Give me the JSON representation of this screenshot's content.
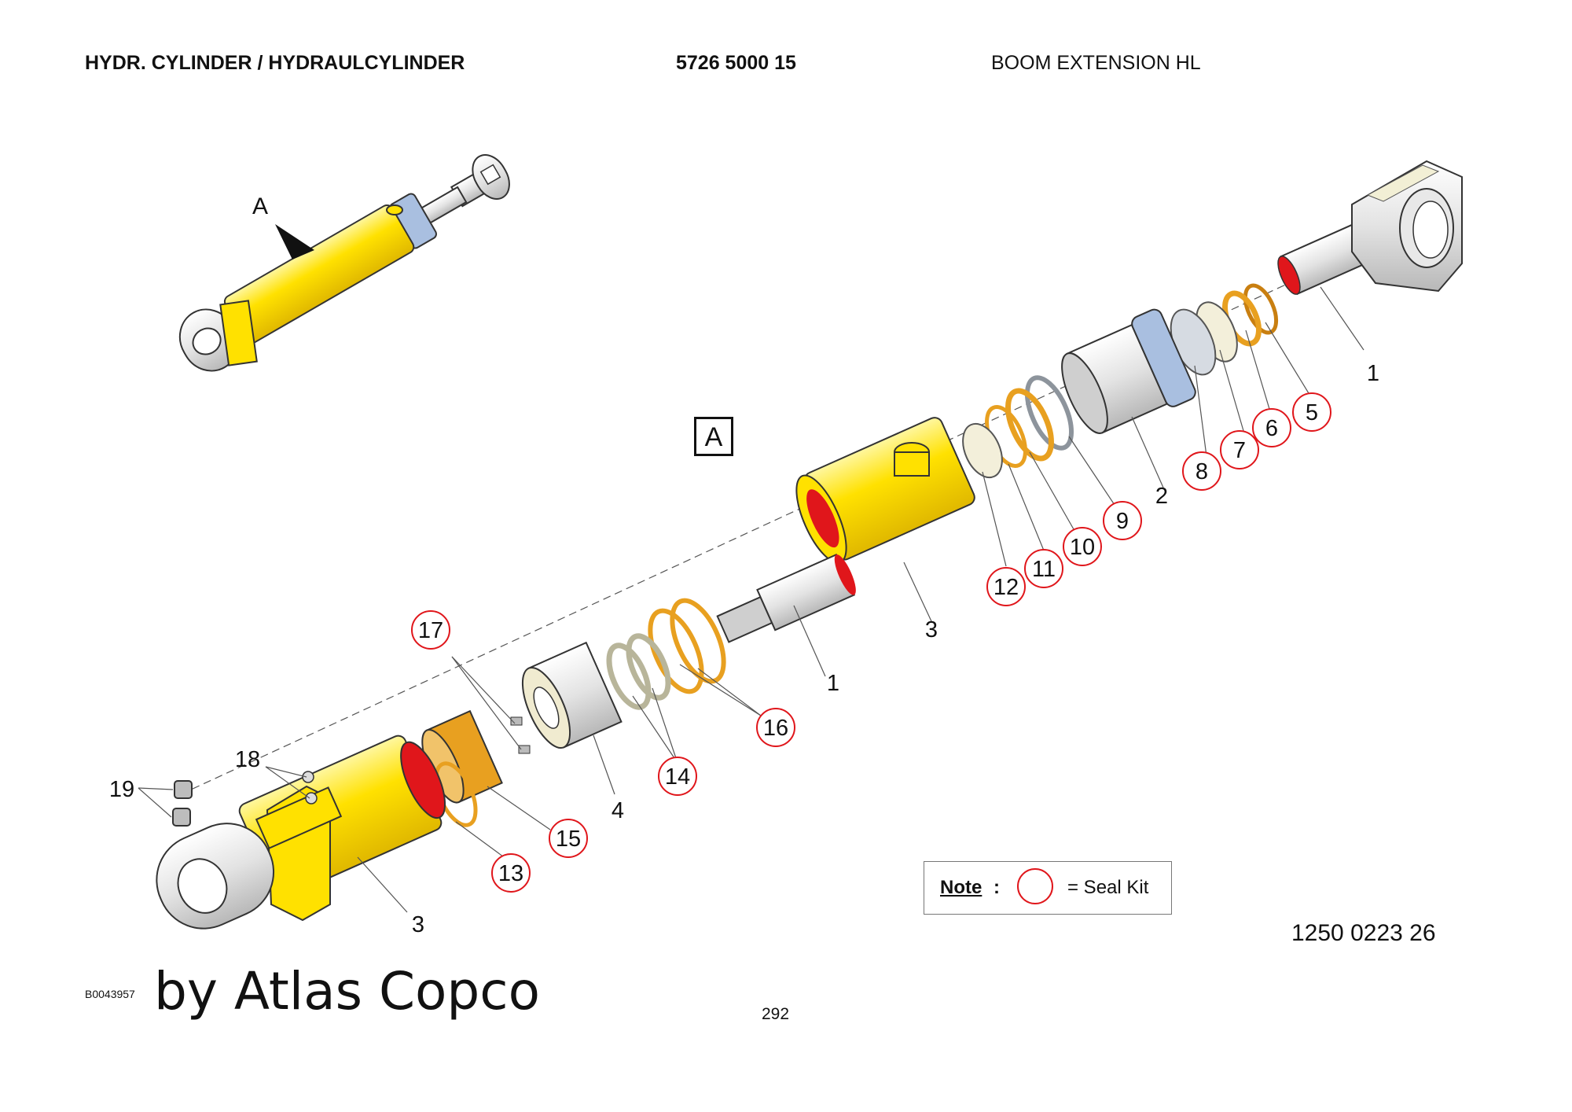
{
  "header": {
    "title": "HYDR. CYLINDER / HYDRAULCYLINDER",
    "part_number": "5726 5000 15",
    "description": "BOOM EXTENSION HL"
  },
  "view": {
    "box_label": "A",
    "arrow_label": "A"
  },
  "callouts": {
    "seal_kit_items": [
      "5",
      "6",
      "7",
      "8",
      "9",
      "10",
      "11",
      "12",
      "13",
      "14",
      "15",
      "16",
      "17"
    ],
    "plain_items": [
      "1",
      "1",
      "2",
      "3",
      "3",
      "4",
      "18",
      "19"
    ]
  },
  "note": {
    "label": "Note",
    "colon": ":",
    "text": "= Seal Kit"
  },
  "drawing_number": "1250 0223 26",
  "image_code": "B0043957",
  "watermark": "by Atlas Copco",
  "page_number": "292",
  "colors": {
    "cylinder_yellow": "#ffe100",
    "seal_orange": "#e8a020",
    "guide_blue": "#a9bfe0",
    "seal_red": "#e0161b",
    "steel_grey": "#dedede"
  },
  "icons": [
    "view-pointer-arrow-icon",
    "seal-kit-circle-icon"
  ]
}
